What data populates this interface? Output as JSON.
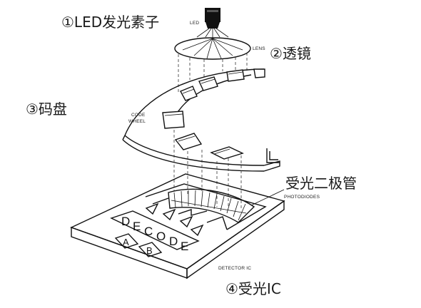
{
  "labels": {
    "led_element": "①LED发光素子",
    "lens": "②透镜",
    "code_wheel": "③码盘",
    "photodiode": "受光二极管",
    "receiver_ic": "④受光IC"
  },
  "diagram_text": {
    "led": "LED",
    "lens": "LENS",
    "code_wheel_1": "CODE",
    "code_wheel_2": "WHEEL",
    "photodiodes": "PHOTODIODES",
    "detector_ic": "DETECTOR IC",
    "decode_letters": [
      "D",
      "E",
      "C",
      "O",
      "D",
      "E"
    ],
    "button_a": "A",
    "button_b": "B"
  }
}
